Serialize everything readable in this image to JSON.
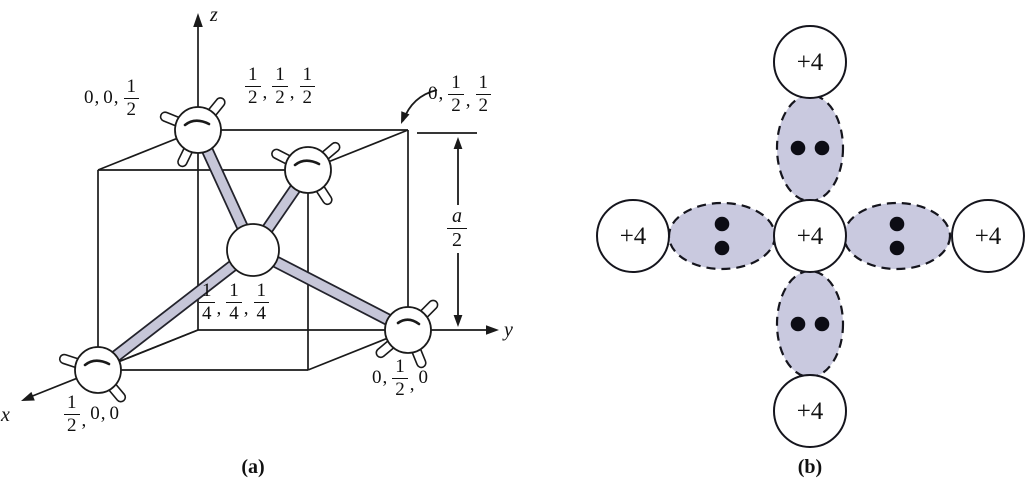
{
  "figure": {
    "captions": {
      "a": "(a)",
      "b": "(b)"
    }
  },
  "panel_a": {
    "axis_labels": {
      "x": "x",
      "y": "y",
      "z": "z"
    },
    "site_labels": {
      "top_left": [
        "0",
        "0",
        "1/2"
      ],
      "top_front": [
        "1/2",
        "1/2",
        "1/2"
      ],
      "top_right_corner": [
        "0",
        "1/2",
        "1/2"
      ],
      "center": [
        "1/4",
        "1/4",
        "1/4"
      ],
      "bottom_right": [
        "0",
        "1/2",
        "0"
      ],
      "bottom_left": [
        "1/2",
        "0",
        "0"
      ]
    },
    "dimension": [
      "a/2"
    ],
    "colors": {
      "bond_fill": "#c6c6d8",
      "line": "#1a1a1a"
    }
  },
  "panel_b": {
    "ions": {
      "top": "+4",
      "left": "+4",
      "center": "+4",
      "right": "+4",
      "bottom": "+4"
    },
    "bonds": [
      {
        "position": "top",
        "electron_dots": 2
      },
      {
        "position": "left",
        "electron_dots": 2
      },
      {
        "position": "right",
        "electron_dots": 2
      },
      {
        "position": "bottom",
        "electron_dots": 2
      }
    ],
    "colors": {
      "orbital_fill": "#c9c9df",
      "electron_dot": "#0c0c14"
    }
  }
}
